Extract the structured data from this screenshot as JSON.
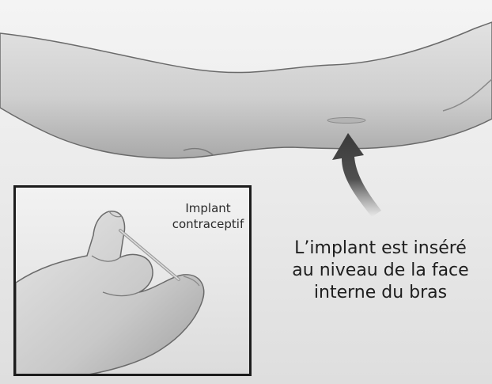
{
  "inset": {
    "label_line1": "Implant",
    "label_line2": "contraceptif"
  },
  "caption": {
    "line1": "L’implant est inséré",
    "line2": "au niveau de la face",
    "line3": "interne du bras"
  },
  "colors": {
    "skin_light": "#e4e4e4",
    "skin_mid": "#c9c9c9",
    "skin_shadow": "#9a9a9a",
    "outline": "#6a6a6a",
    "arrow": "#4a4a4a",
    "border": "#1c1c1c"
  }
}
